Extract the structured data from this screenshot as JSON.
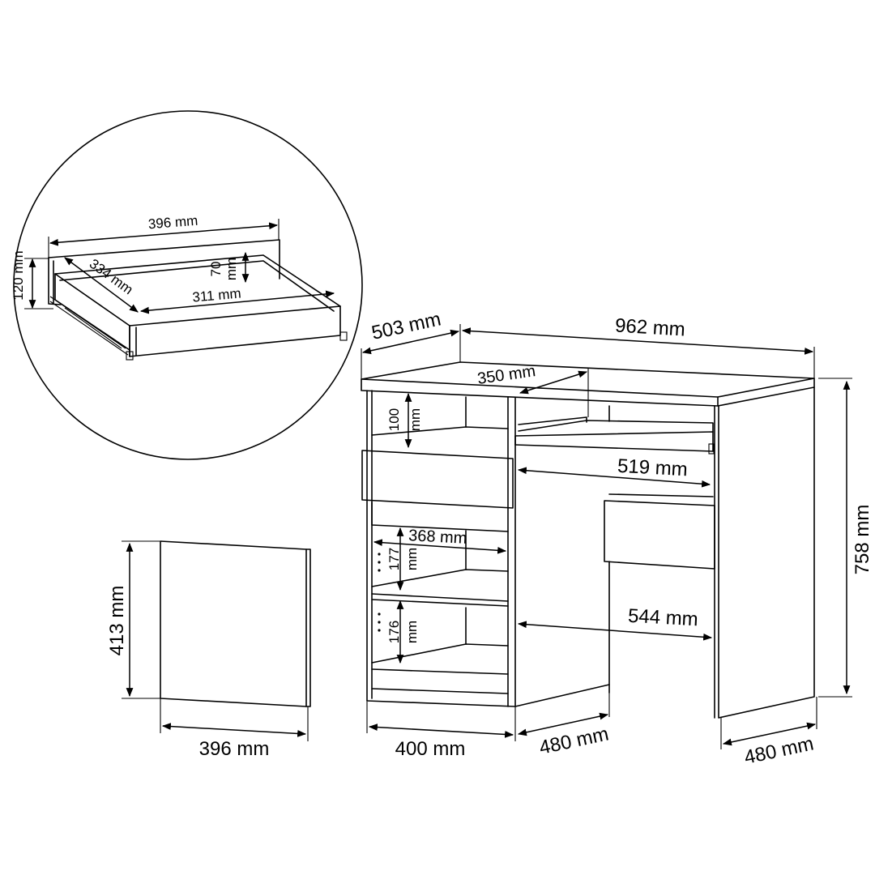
{
  "dimensions": {
    "drawer_width": "396 mm",
    "drawer_height": "120 mm",
    "drawer_depth": "334 mm",
    "drawer_inner_height_value": "70",
    "drawer_inner_height_unit": "mm",
    "drawer_inner_width": "311 mm",
    "desk_depth": "503 mm",
    "desk_width": "962 mm",
    "keyboard_tray_depth": "350 mm",
    "shelf_top_height_value": "100",
    "shelf_top_height_unit": "mm",
    "keyboard_tray_width": "519 mm",
    "shelf_inner_width": "368 mm",
    "shelf_mid_height_value": "177",
    "shelf_mid_height_unit": "mm",
    "shelf_low_height_value": "176",
    "shelf_low_height_unit": "mm",
    "knee_space_width": "544 mm",
    "desk_height": "758 mm",
    "door_height": "413 mm",
    "door_width": "396 mm",
    "cabinet_width": "400 mm",
    "cabinet_depth": "480 mm",
    "side_panel_depth": "480 mm"
  }
}
